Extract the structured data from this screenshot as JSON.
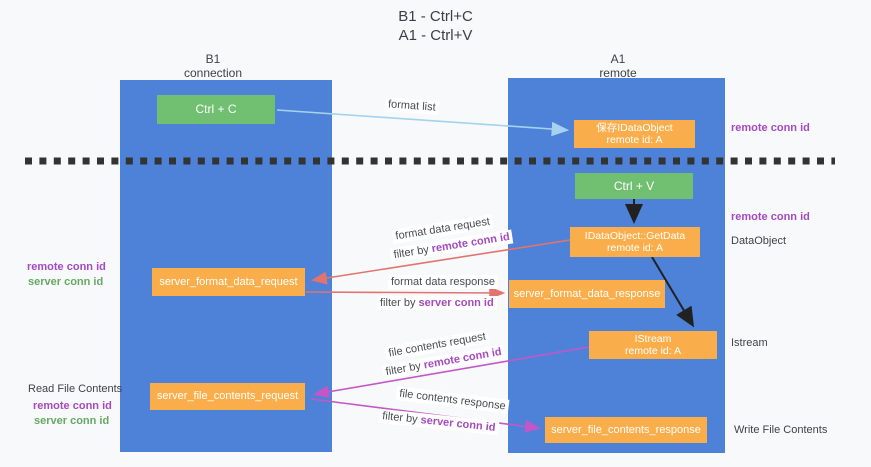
{
  "title": {
    "line1": "B1 - Ctrl+C",
    "line2": "A1 - Ctrl+V"
  },
  "columns": {
    "left": {
      "name": "B1",
      "role": "connection"
    },
    "right": {
      "name": "A1",
      "role": "remote"
    }
  },
  "nodes": {
    "ctrl_c": "Ctrl + C",
    "ctrl_v": "Ctrl + V",
    "save_dataobject": {
      "line1": "保存IDataObject",
      "line2": "remote id: A"
    },
    "getdata": {
      "line1": "IDataObject::GetData",
      "line2": "remote id: A"
    },
    "istream": {
      "line1": "IStream",
      "line2": "remote id: A"
    },
    "server_format_data_request": "server_format_data_request",
    "server_format_data_response": "server_format_data_response",
    "server_file_contents_request": "server_file_contents_request",
    "server_file_contents_response": "server_file_contents_response"
  },
  "labels": {
    "format_list": "format list",
    "format_data_request": "format data request",
    "format_data_response": "format data response",
    "file_contents_request": "file contents request",
    "file_contents_response": "file contents response",
    "filter_by": "filter by ",
    "remote_conn_id": "remote conn id",
    "server_conn_id": "server conn id",
    "read_file_contents": "Read File Contents",
    "write_file_contents": "Write File Contents",
    "dataobject": "DataObject",
    "istream_side": "Istream"
  },
  "colors": {
    "lifeline_blue": "#4d82d8",
    "node_green": "#71bf71",
    "node_orange": "#f9ae4b",
    "arrow_lightblue": "#a5d2ef",
    "arrow_black": "#212121",
    "arrow_red": "#e3736f",
    "arrow_magenta": "#c457c8",
    "text_purple": "#a54ac0",
    "text_green": "#66a963",
    "dash_line": "#333333"
  }
}
